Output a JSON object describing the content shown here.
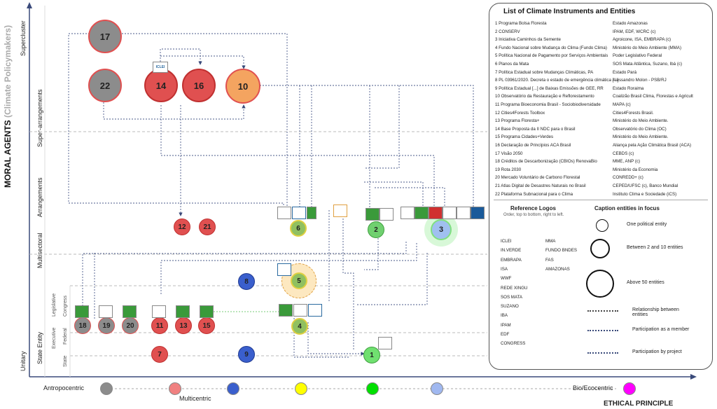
{
  "axes": {
    "y_main": "MORAL AGENTS",
    "y_main_suffix": "(Climate Policymakers)",
    "x_main": "ETHICAL PRINCIPLE",
    "y_levels": [
      "Supercluster",
      "Super-arrangements",
      "Arrangements",
      "Multisectoral",
      "State Entity",
      "Unitary"
    ],
    "sub_labels": [
      "Legislative",
      "Congress",
      "Executive",
      "Federal",
      "State"
    ],
    "x_left": "Antropocentric",
    "x_mid": "Multicentric",
    "x_right": "Bio/Ecocentric",
    "x_scale_colors": [
      "#8c8c8c",
      "#f08080",
      "#3a5fcd",
      "#ffff00",
      "#00e000",
      "#a0b8f0",
      "#ff00ff"
    ]
  },
  "nodes": [
    {
      "id": "17",
      "label": "17"
    },
    {
      "id": "22",
      "label": "22"
    },
    {
      "id": "14",
      "label": "14"
    },
    {
      "id": "16",
      "label": "16"
    },
    {
      "id": "10",
      "label": "10"
    },
    {
      "id": "12",
      "label": "12"
    },
    {
      "id": "21",
      "label": "21"
    },
    {
      "id": "6",
      "label": "6"
    },
    {
      "id": "2",
      "label": "2"
    },
    {
      "id": "3",
      "label": "3"
    },
    {
      "id": "8",
      "label": "8"
    },
    {
      "id": "5",
      "label": "5"
    },
    {
      "id": "18",
      "label": "18"
    },
    {
      "id": "19",
      "label": "19"
    },
    {
      "id": "20",
      "label": "20"
    },
    {
      "id": "11",
      "label": "11"
    },
    {
      "id": "13",
      "label": "13"
    },
    {
      "id": "15",
      "label": "15"
    },
    {
      "id": "4",
      "label": "4"
    },
    {
      "id": "7",
      "label": "7"
    },
    {
      "id": "9",
      "label": "9"
    },
    {
      "id": "1",
      "label": "1"
    }
  ],
  "logos": [
    "ICLEI",
    "MMA",
    "FUNDO BNDES",
    "SUZANO",
    "SOS MATA",
    "WWF",
    "IBA"
  ],
  "panel": {
    "title": "List of Climate  Instruments and Entities",
    "items": [
      {
        "n": "1",
        "name": "Programa Bolsa Floresta",
        "entity": "Estado Amazonas"
      },
      {
        "n": "2",
        "name": "CONSERV",
        "entity": "IPAM, EDF, WCRC (c)"
      },
      {
        "n": "3",
        "name": "Iniciativa Caminhos da Semente",
        "entity": "Agroicone, ISA, EMBRAPA (c)"
      },
      {
        "n": "4",
        "name": "Fundo Nacional sobre Mudança do Clima (Fundo Clima)",
        "entity": "Ministério do Meio Ambiente (MMA)"
      },
      {
        "n": "5",
        "name": "Política Nacional de Pagamento por Serviços Ambientais",
        "entity": "Poder Legislativo Federal"
      },
      {
        "n": "6",
        "name": "Planos da Mata",
        "entity": "SOS Mata Atlântica, Suzano, Ibá (c)"
      },
      {
        "n": "7",
        "name": "Política Estadual sobre Mudanças Climáticas, PA",
        "entity": "Estado Pará"
      },
      {
        "n": "8",
        "name": "PL 03961/2020. Decreta o estado de emergência climática [...]",
        "entity": "Alessandro Molon - PSB/RJ"
      },
      {
        "n": "9",
        "name": "Política Estadual [...] de Baixas Emissões de GEE, RR",
        "entity": "Estado Roraima"
      },
      {
        "n": "10",
        "name": "Observatório da Restauração e Reflorestamento",
        "entity": "Coalizão Brasil Clima, Florestas e Agricult"
      },
      {
        "n": "11",
        "name": "Programa Bioeconomia Brasil - Sociobiodiversidade",
        "entity": "MAPA (c)"
      },
      {
        "n": "12",
        "name": "Cities4Forests Toolbox",
        "entity": "Cities4Forests Brasil."
      },
      {
        "n": "13",
        "name": "Programa Floresta+",
        "entity": "Ministério do Meio Ambiente."
      },
      {
        "n": "14",
        "name": "Base Proposta da II NDC para o Brasil",
        "entity": "Observatório do Clima (OC)"
      },
      {
        "n": "15",
        "name": "Programa Cidades+Verdes",
        "entity": "Ministério do Meio Ambiente."
      },
      {
        "n": "16",
        "name": "Declaração de Princípios ACA Brasil",
        "entity": "Aliança pela Ação Climática Brasil (ACA)"
      },
      {
        "n": "17",
        "name": "Visão 2050",
        "entity": "CEBDS (c)"
      },
      {
        "n": "18",
        "name": "Créditos de Descarbonização (CBIOs) RenovaBio",
        "entity": "MME, ANP (c)"
      },
      {
        "n": "19",
        "name": "Rota 2030",
        "entity": "Ministério da Economia"
      },
      {
        "n": "20",
        "name": "Mercado Voluntário de Carbono Florestal",
        "entity": "CONREDD+ (c)"
      },
      {
        "n": "21",
        "name": "Atlas Digital de Desastres Naturais no Brasil",
        "entity": "CEPED/UFSC (c), Banco Mundial"
      },
      {
        "n": "22",
        "name": "Plataforma Subnacional para o Clima",
        "entity": "Instituto Clima e Sociedade (iCS)"
      }
    ],
    "ref_title": "Reference Logos",
    "ref_sub": "Order, top to bottom, right to left.",
    "ref_col1": [
      "ICLEI",
      "IN.VERDE",
      "EMBRAPA",
      "ISA",
      "WWF",
      "REDE XINGU",
      "SOS MATA",
      "SUZANO",
      "IBA",
      "IPAM",
      "EDF",
      "CONGRESS"
    ],
    "ref_col2": [
      "MMA",
      "FUNDO BNDES",
      "FAS",
      "AMAZONAS"
    ],
    "cap_title": "Caption entities in focus",
    "cap_one": "One political entity",
    "cap_between": "Between 2 and 10 entities",
    "cap_above": "Above 50 entities",
    "cap_rel": "Relationship between entities",
    "cap_member": "Participation as a member",
    "cap_project": "Participation by project"
  }
}
